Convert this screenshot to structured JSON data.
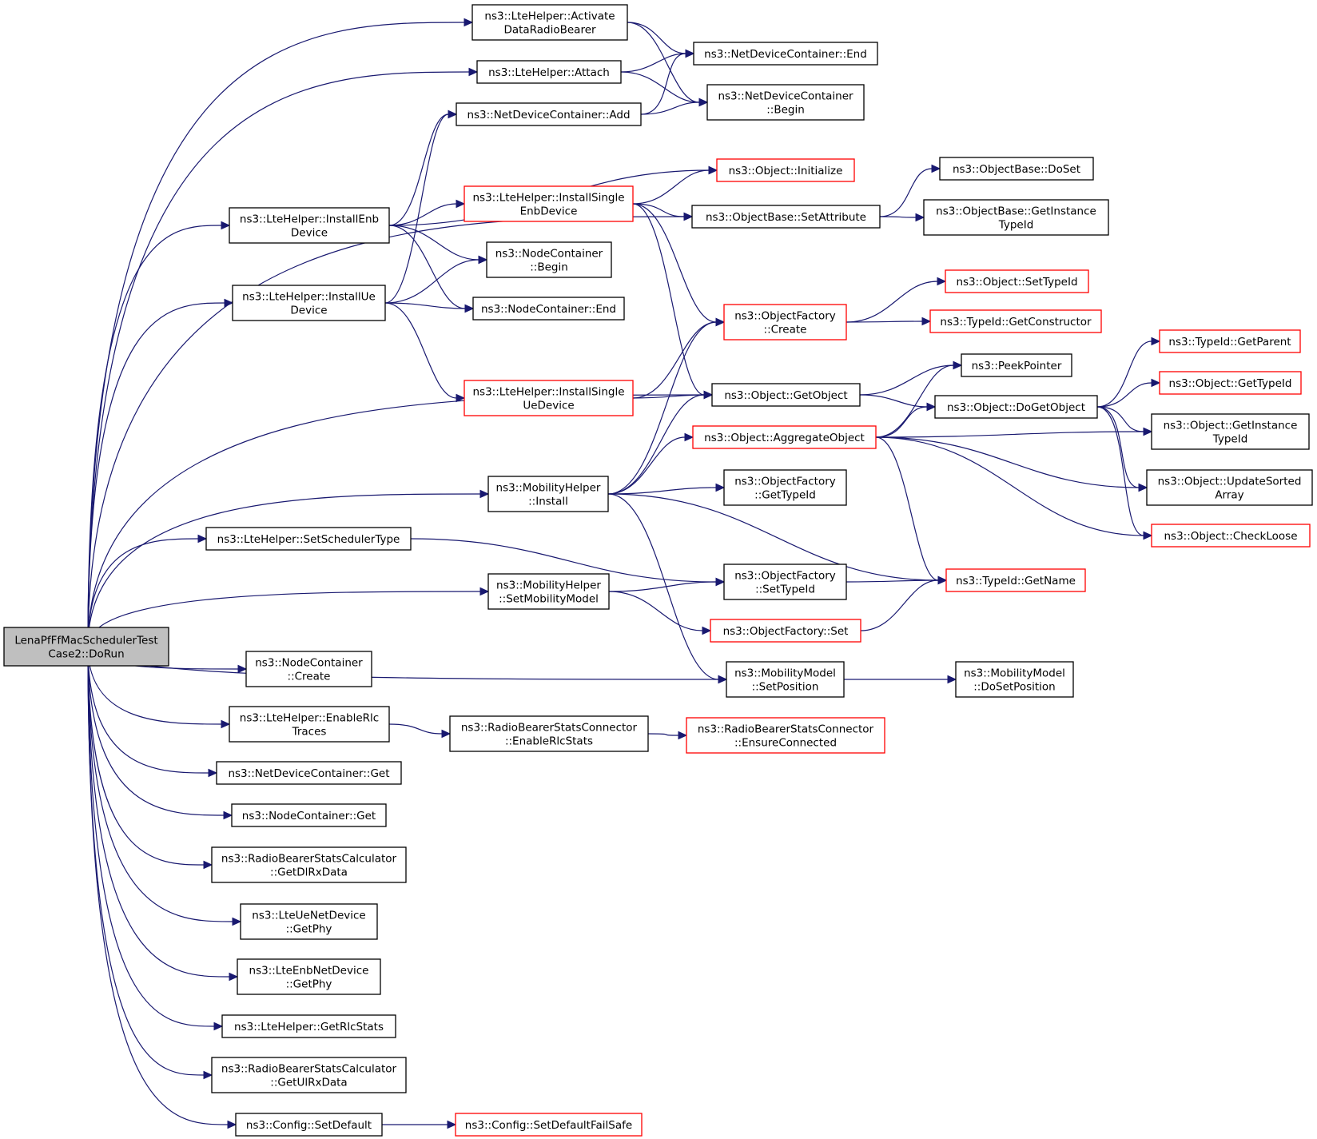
{
  "colors": {
    "edge": "#191970",
    "box_normal": "#000000",
    "box_truncated": "#ff0000",
    "root_fill": "#bfbfbf"
  },
  "nodes": [
    {
      "id": "root",
      "lines": [
        "LenaPfFfMacSchedulerTest",
        "Case2::DoRun"
      ],
      "style": "root"
    },
    {
      "id": "activate",
      "lines": [
        "ns3::LteHelper::Activate",
        "DataRadioBearer"
      ],
      "style": "normal"
    },
    {
      "id": "ndc_end",
      "lines": [
        "ns3::NetDeviceContainer::End"
      ],
      "style": "normal"
    },
    {
      "id": "attach",
      "lines": [
        "ns3::LteHelper::Attach"
      ],
      "style": "normal"
    },
    {
      "id": "ndc_begin",
      "lines": [
        "ns3::NetDeviceContainer",
        "::Begin"
      ],
      "style": "normal"
    },
    {
      "id": "ndc_add",
      "lines": [
        "ns3::NetDeviceContainer::Add"
      ],
      "style": "normal"
    },
    {
      "id": "obj_init",
      "lines": [
        "ns3::Object::Initialize"
      ],
      "style": "truncated"
    },
    {
      "id": "obase_doset",
      "lines": [
        "ns3::ObjectBase::DoSet"
      ],
      "style": "normal"
    },
    {
      "id": "lh_enbdev",
      "lines": [
        "ns3::LteHelper::InstallEnb",
        "Device"
      ],
      "style": "normal"
    },
    {
      "id": "lh_single_enb",
      "lines": [
        "ns3::LteHelper::InstallSingle",
        "EnbDevice"
      ],
      "style": "truncated"
    },
    {
      "id": "obase_setattr",
      "lines": [
        "ns3::ObjectBase::SetAttribute"
      ],
      "style": "normal"
    },
    {
      "id": "obase_gitid",
      "lines": [
        "ns3::ObjectBase::GetInstance",
        "TypeId"
      ],
      "style": "normal"
    },
    {
      "id": "nc_begin",
      "lines": [
        "ns3::NodeContainer",
        "::Begin"
      ],
      "style": "normal"
    },
    {
      "id": "obj_settypeid",
      "lines": [
        "ns3::Object::SetTypeId"
      ],
      "style": "truncated"
    },
    {
      "id": "lh_uedev",
      "lines": [
        "ns3::LteHelper::InstallUe",
        "Device"
      ],
      "style": "normal"
    },
    {
      "id": "nc_end",
      "lines": [
        "ns3::NodeContainer::End"
      ],
      "style": "normal"
    },
    {
      "id": "of_create",
      "lines": [
        "ns3::ObjectFactory",
        "::Create"
      ],
      "style": "truncated"
    },
    {
      "id": "tid_getctor",
      "lines": [
        "ns3::TypeId::GetConstructor"
      ],
      "style": "truncated"
    },
    {
      "id": "tid_getparent",
      "lines": [
        "ns3::TypeId::GetParent"
      ],
      "style": "truncated"
    },
    {
      "id": "peekpointer",
      "lines": [
        "ns3::PeekPointer"
      ],
      "style": "normal"
    },
    {
      "id": "obj_gettypeid",
      "lines": [
        "ns3::Object::GetTypeId"
      ],
      "style": "truncated"
    },
    {
      "id": "lh_single_ue",
      "lines": [
        "ns3::LteHelper::InstallSingle",
        "UeDevice"
      ],
      "style": "truncated"
    },
    {
      "id": "obj_getobject",
      "lines": [
        "ns3::Object::GetObject"
      ],
      "style": "normal"
    },
    {
      "id": "obj_dogetobject",
      "lines": [
        "ns3::Object::DoGetObject"
      ],
      "style": "normal"
    },
    {
      "id": "obj_gitid",
      "lines": [
        "ns3::Object::GetInstance",
        "TypeId"
      ],
      "style": "normal"
    },
    {
      "id": "obj_aggregate",
      "lines": [
        "ns3::Object::AggregateObject"
      ],
      "style": "truncated"
    },
    {
      "id": "mh_install",
      "lines": [
        "ns3::MobilityHelper",
        "::Install"
      ],
      "style": "normal"
    },
    {
      "id": "of_gettypeid",
      "lines": [
        "ns3::ObjectFactory",
        "::GetTypeId"
      ],
      "style": "normal"
    },
    {
      "id": "obj_updsorted",
      "lines": [
        "ns3::Object::UpdateSorted",
        "Array"
      ],
      "style": "normal"
    },
    {
      "id": "obj_checkloose",
      "lines": [
        "ns3::Object::CheckLoose"
      ],
      "style": "truncated"
    },
    {
      "id": "lh_setsched",
      "lines": [
        "ns3::LteHelper::SetSchedulerType"
      ],
      "style": "normal"
    },
    {
      "id": "of_settypeid",
      "lines": [
        "ns3::ObjectFactory",
        "::SetTypeId"
      ],
      "style": "normal"
    },
    {
      "id": "tid_getname",
      "lines": [
        "ns3::TypeId::GetName"
      ],
      "style": "truncated"
    },
    {
      "id": "mh_setmobility",
      "lines": [
        "ns3::MobilityHelper",
        "::SetMobilityModel"
      ],
      "style": "normal"
    },
    {
      "id": "of_set",
      "lines": [
        "ns3::ObjectFactory::Set"
      ],
      "style": "truncated"
    },
    {
      "id": "nc_create",
      "lines": [
        "ns3::NodeContainer",
        "::Create"
      ],
      "style": "normal"
    },
    {
      "id": "mm_setpos",
      "lines": [
        "ns3::MobilityModel",
        "::SetPosition"
      ],
      "style": "normal"
    },
    {
      "id": "mm_dosetpos",
      "lines": [
        "ns3::MobilityModel",
        "::DoSetPosition"
      ],
      "style": "normal"
    },
    {
      "id": "lh_enablerlc",
      "lines": [
        "ns3::LteHelper::EnableRlc",
        "Traces"
      ],
      "style": "normal"
    },
    {
      "id": "rbsc_enablerlc",
      "lines": [
        "ns3::RadioBearerStatsConnector",
        "::EnableRlcStats"
      ],
      "style": "normal"
    },
    {
      "id": "rbsc_ensure",
      "lines": [
        "ns3::RadioBearerStatsConnector",
        "::EnsureConnected"
      ],
      "style": "truncated"
    },
    {
      "id": "ndc_get",
      "lines": [
        "ns3::NetDeviceContainer::Get"
      ],
      "style": "normal"
    },
    {
      "id": "nc_get",
      "lines": [
        "ns3::NodeContainer::Get"
      ],
      "style": "normal"
    },
    {
      "id": "rbscalc_dl",
      "lines": [
        "ns3::RadioBearerStatsCalculator",
        "::GetDlRxData"
      ],
      "style": "normal"
    },
    {
      "id": "ue_getphy",
      "lines": [
        "ns3::LteUeNetDevice",
        "::GetPhy"
      ],
      "style": "normal"
    },
    {
      "id": "enb_getphy",
      "lines": [
        "ns3::LteEnbNetDevice",
        "::GetPhy"
      ],
      "style": "normal"
    },
    {
      "id": "lh_getrlc",
      "lines": [
        "ns3::LteHelper::GetRlcStats"
      ],
      "style": "normal"
    },
    {
      "id": "rbscalc_ul",
      "lines": [
        "ns3::RadioBearerStatsCalculator",
        "::GetUlRxData"
      ],
      "style": "normal"
    },
    {
      "id": "cfg_setdefault",
      "lines": [
        "ns3::Config::SetDefault"
      ],
      "style": "normal"
    },
    {
      "id": "cfg_setdefaultfs",
      "lines": [
        "ns3::Config::SetDefaultFailSafe"
      ],
      "style": "truncated"
    }
  ],
  "edges": [
    [
      "root",
      "activate"
    ],
    [
      "root",
      "attach"
    ],
    [
      "root",
      "lh_enbdev"
    ],
    [
      "root",
      "lh_uedev"
    ],
    [
      "root",
      "obase_setattr"
    ],
    [
      "root",
      "obj_getobject"
    ],
    [
      "root",
      "mh_install"
    ],
    [
      "root",
      "lh_setsched"
    ],
    [
      "root",
      "mh_setmobility"
    ],
    [
      "root",
      "mm_setpos"
    ],
    [
      "root",
      "nc_create"
    ],
    [
      "root",
      "lh_enablerlc"
    ],
    [
      "root",
      "ndc_get"
    ],
    [
      "root",
      "nc_get"
    ],
    [
      "root",
      "rbscalc_dl"
    ],
    [
      "root",
      "ue_getphy"
    ],
    [
      "root",
      "enb_getphy"
    ],
    [
      "root",
      "lh_getrlc"
    ],
    [
      "root",
      "rbscalc_ul"
    ],
    [
      "root",
      "cfg_setdefault"
    ],
    [
      "activate",
      "ndc_end"
    ],
    [
      "activate",
      "ndc_begin"
    ],
    [
      "attach",
      "ndc_end"
    ],
    [
      "attach",
      "ndc_begin"
    ],
    [
      "ndc_add",
      "ndc_begin"
    ],
    [
      "ndc_add",
      "ndc_end"
    ],
    [
      "lh_enbdev",
      "ndc_add"
    ],
    [
      "lh_enbdev",
      "obj_init"
    ],
    [
      "lh_enbdev",
      "lh_single_enb"
    ],
    [
      "lh_enbdev",
      "nc_begin"
    ],
    [
      "lh_enbdev",
      "nc_end"
    ],
    [
      "lh_single_enb",
      "obj_init"
    ],
    [
      "lh_single_enb",
      "obase_setattr"
    ],
    [
      "lh_single_enb",
      "of_create"
    ],
    [
      "lh_single_enb",
      "obj_getobject"
    ],
    [
      "obase_setattr",
      "obase_doset"
    ],
    [
      "obase_setattr",
      "obase_gitid"
    ],
    [
      "lh_uedev",
      "ndc_add"
    ],
    [
      "lh_uedev",
      "nc_begin"
    ],
    [
      "lh_uedev",
      "nc_end"
    ],
    [
      "lh_uedev",
      "lh_single_ue"
    ],
    [
      "of_create",
      "obj_settypeid"
    ],
    [
      "of_create",
      "tid_getctor"
    ],
    [
      "lh_single_ue",
      "of_create"
    ],
    [
      "lh_single_ue",
      "obj_getobject"
    ],
    [
      "obj_getobject",
      "peekpointer"
    ],
    [
      "obj_getobject",
      "obj_dogetobject"
    ],
    [
      "obj_dogetobject",
      "tid_getparent"
    ],
    [
      "obj_dogetobject",
      "obj_gettypeid"
    ],
    [
      "obj_dogetobject",
      "obj_gitid"
    ],
    [
      "obj_dogetobject",
      "obj_updsorted"
    ],
    [
      "obj_dogetobject",
      "obj_checkloose"
    ],
    [
      "obj_aggregate",
      "peekpointer"
    ],
    [
      "obj_aggregate",
      "obj_dogetobject"
    ],
    [
      "obj_aggregate",
      "obj_gitid"
    ],
    [
      "obj_aggregate",
      "obj_updsorted"
    ],
    [
      "obj_aggregate",
      "obj_checkloose"
    ],
    [
      "obj_aggregate",
      "tid_getname"
    ],
    [
      "mh_install",
      "of_create"
    ],
    [
      "mh_install",
      "obj_getobject"
    ],
    [
      "mh_install",
      "obj_aggregate"
    ],
    [
      "mh_install",
      "of_gettypeid"
    ],
    [
      "mh_install",
      "tid_getname"
    ],
    [
      "mh_install",
      "mm_setpos"
    ],
    [
      "lh_setsched",
      "of_settypeid"
    ],
    [
      "mh_setmobility",
      "of_settypeid"
    ],
    [
      "mh_setmobility",
      "of_set"
    ],
    [
      "of_settypeid",
      "tid_getname"
    ],
    [
      "of_set",
      "tid_getname"
    ],
    [
      "mm_setpos",
      "mm_dosetpos"
    ],
    [
      "lh_enablerlc",
      "rbsc_enablerlc"
    ],
    [
      "rbsc_enablerlc",
      "rbsc_ensure"
    ],
    [
      "cfg_setdefault",
      "cfg_setdefaultfs"
    ]
  ]
}
